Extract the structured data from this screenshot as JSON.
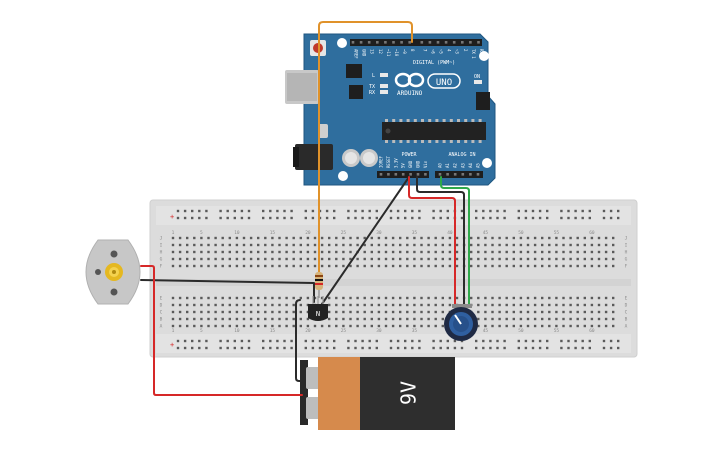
{
  "arduino": {
    "logo": "ARDUINO",
    "model": "UNO",
    "digital_label": "DIGITAL (PWM~)",
    "analog_label": "ANALOG IN",
    "power_label": "POWER",
    "tx_label": "TX",
    "rx_label": "RX",
    "l_label": "L",
    "on_label": "ON",
    "digital_pins": [
      "AREF",
      "GND",
      "13",
      "12",
      "~11",
      "~10",
      "~9",
      "8",
      "7",
      "~6",
      "~5",
      "4",
      "~3",
      "2",
      "TX 1",
      "RX 0"
    ],
    "power_pins": [
      "IOREF",
      "RESET",
      "3.3V",
      "5V",
      "GND",
      "GND",
      "Vin"
    ],
    "analog_pins": [
      "A0",
      "A1",
      "A2",
      "A3",
      "A4",
      "A5"
    ]
  },
  "breadboard": {
    "column_numbers": [
      "1",
      "5",
      "10",
      "15",
      "20",
      "25",
      "30",
      "35",
      "40",
      "45",
      "50",
      "55",
      "60"
    ],
    "row_letters_top": [
      "J",
      "I",
      "H",
      "G",
      "F"
    ],
    "row_letters_bottom": [
      "E",
      "D",
      "C",
      "B",
      "A"
    ]
  },
  "battery": {
    "label": "9V"
  },
  "transistor": {
    "label": "N"
  },
  "colors": {
    "arduino_board": "#2f6e9e",
    "breadboard": "#dcdcdc",
    "wire_red": "#d62828",
    "wire_black": "#2b2b2b",
    "wire_green": "#2fa84a",
    "wire_orange": "#e0922a",
    "battery_body": "#2e2e2e",
    "battery_label": "#d68a4c"
  }
}
